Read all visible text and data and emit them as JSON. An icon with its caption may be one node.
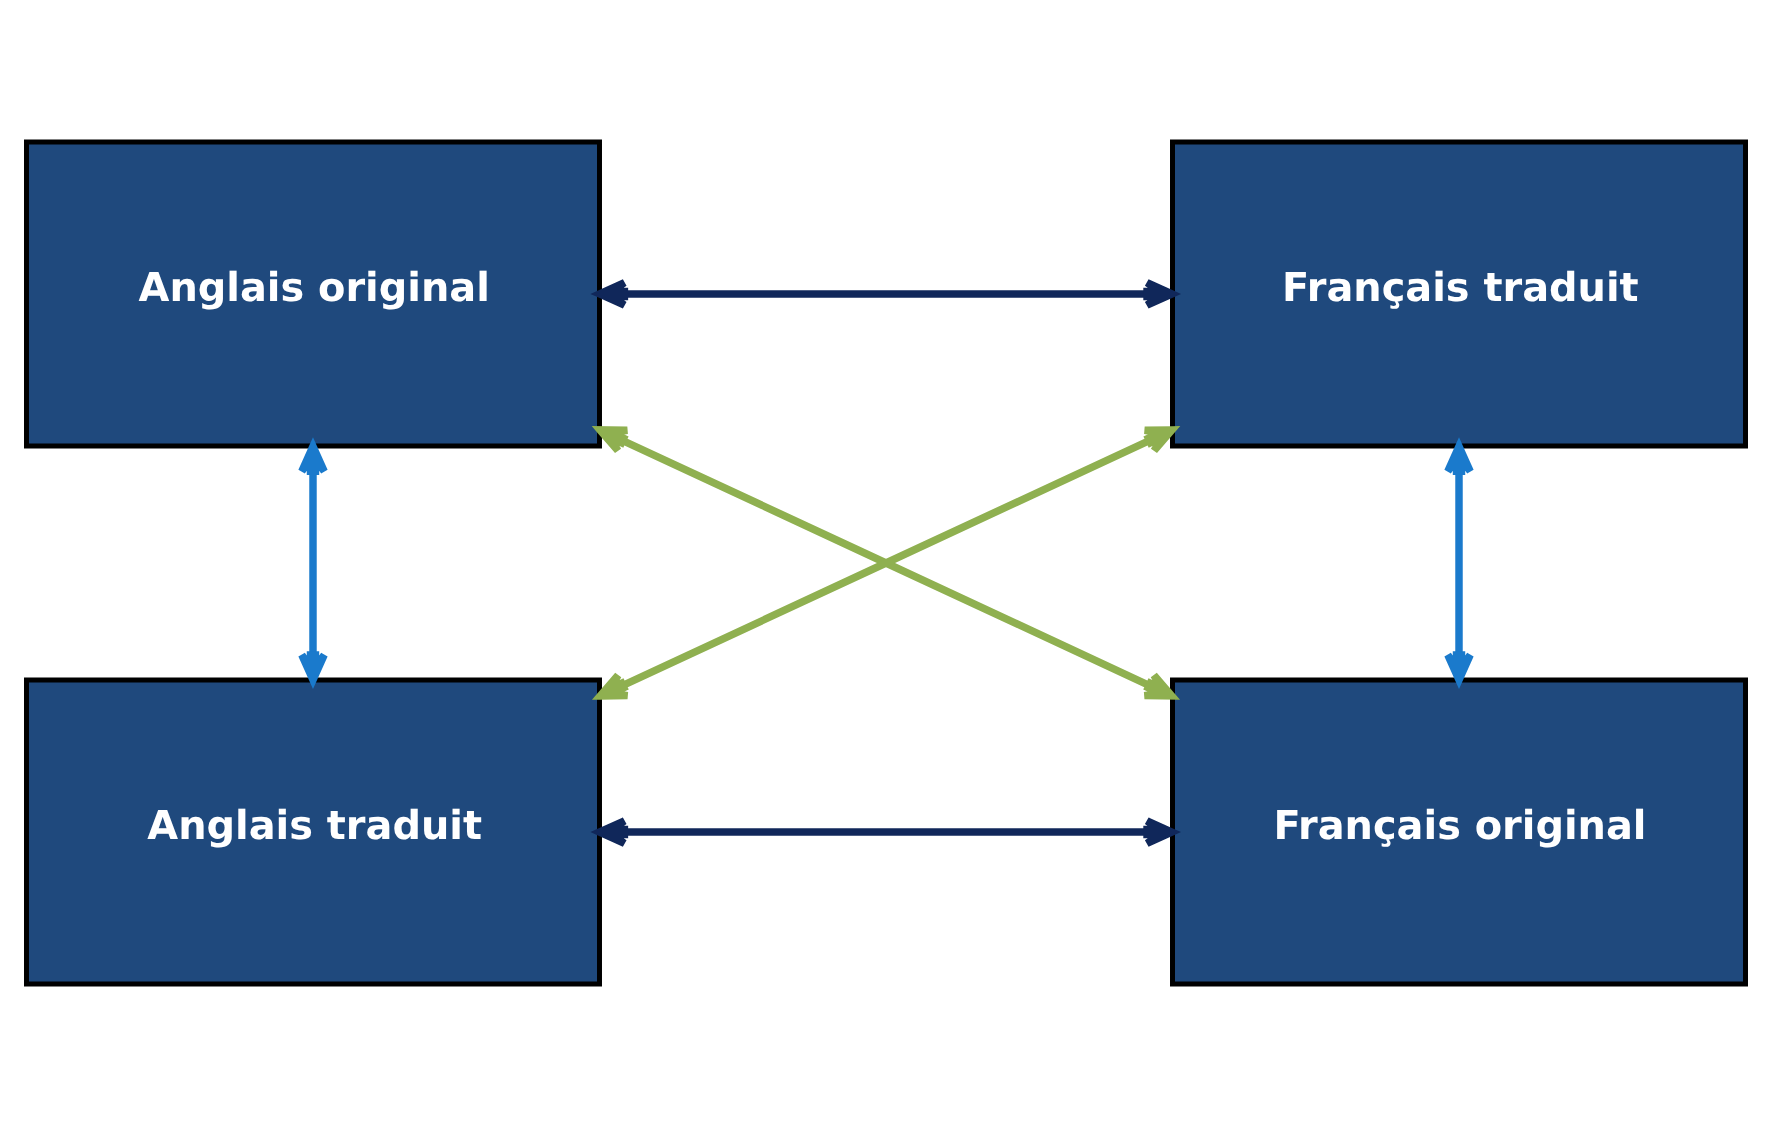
{
  "diagram": {
    "nodes": [
      {
        "text": [
          "Anglais original"
        ]
      },
      {
        "text": [
          "Français traduit"
        ]
      },
      {
        "text": [
          "Anglais traduit"
        ]
      },
      {
        "text": [
          "Français original"
        ]
      }
    ],
    "edges": [
      {
        "from": 0,
        "to": 1,
        "arrow": "both",
        "color": "#10275a"
      },
      {
        "from": 0,
        "to": 2,
        "arrow": "both",
        "color": "#1a7acc"
      },
      {
        "from": 1,
        "to": 3,
        "arrow": "both",
        "color": "#1a7acc"
      },
      {
        "from": 0,
        "to": 3,
        "arrow": "both",
        "color": "#8fb050"
      },
      {
        "from": 1,
        "to": 2,
        "arrow": "both",
        "color": "#8fb050"
      },
      {
        "from": 2,
        "to": 3,
        "arrow": "both",
        "color": "#10275a"
      }
    ]
  }
}
